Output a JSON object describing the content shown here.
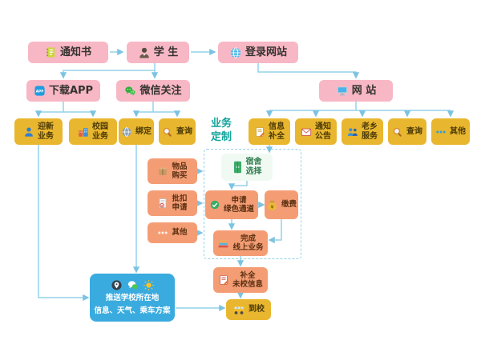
{
  "colors": {
    "pink": "#f8b7c5",
    "gold": "#e9b62f",
    "salmon": "#f49d75",
    "blue": "#3aabdf",
    "teal": "#11a39b",
    "wire": "#93d2ea"
  },
  "top_row": {
    "notice": "通知书",
    "student": "学 生",
    "login": "登录网站"
  },
  "channels": {
    "app": "下载APP",
    "wechat": "微信关注",
    "website": "网 站"
  },
  "app_services": [
    {
      "label": "迎新\n业务"
    },
    {
      "label": "校园\n业务"
    }
  ],
  "wechat_services": [
    {
      "label": "绑定"
    },
    {
      "label": "查询"
    }
  ],
  "website_services": [
    {
      "label": "信息\n补全"
    },
    {
      "label": "通知\n公告"
    },
    {
      "label": "老乡\n服务"
    },
    {
      "label": "查询"
    },
    {
      "label": "其他"
    }
  ],
  "biz_custom": {
    "label": "业务\n定制"
  },
  "side_tasks": [
    {
      "label": "物品\n购买"
    },
    {
      "label": "批扣\n申请"
    },
    {
      "label": "其他"
    }
  ],
  "process": {
    "dorm": "宿舍\n选择",
    "green_channel": "申请\n绿色通道",
    "pay": "缴费",
    "finish_online": "完成\n线上业务",
    "complete_info": "补全\n未校信息",
    "arrive": "到校"
  },
  "push_box": {
    "line1": "推送学校所在地",
    "line2": "信息、天气、乘车方案"
  }
}
